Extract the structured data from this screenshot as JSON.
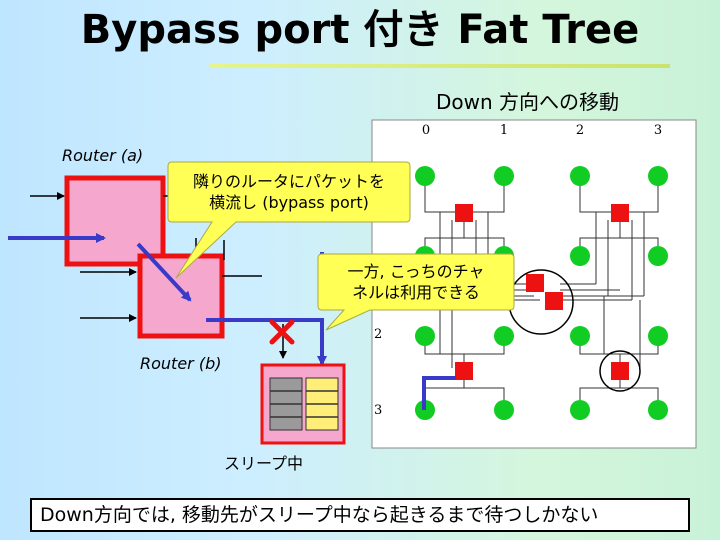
{
  "title": "Bypass port 付き Fat Tree",
  "subtitle": "Down 方向への移動",
  "router_a_label": "Router (a)",
  "router_b_label": "Router (b)",
  "callout_1": {
    "line1": "隣りのルータにパケットを",
    "line2": "横流し (bypass port)"
  },
  "callout_2": {
    "line1": "一方, こっちのチャ",
    "line2": "ネルは利用できる"
  },
  "sleep_label": "スリープ中",
  "footer": "Down方向では, 移動先がスリープ中なら起きるまで待つしかない",
  "tree_col_labels": [
    "0",
    "1",
    "2",
    "3"
  ],
  "tree_row_labels": [
    "2",
    "3"
  ],
  "colors": {
    "router_fill": "#f6a7cd",
    "router_border": "#ee1111",
    "packet_arrow": "#3a3ac8",
    "node_green": "#11cc22",
    "switch_red": "#ee1111",
    "callout_fill": "#ffff55"
  }
}
